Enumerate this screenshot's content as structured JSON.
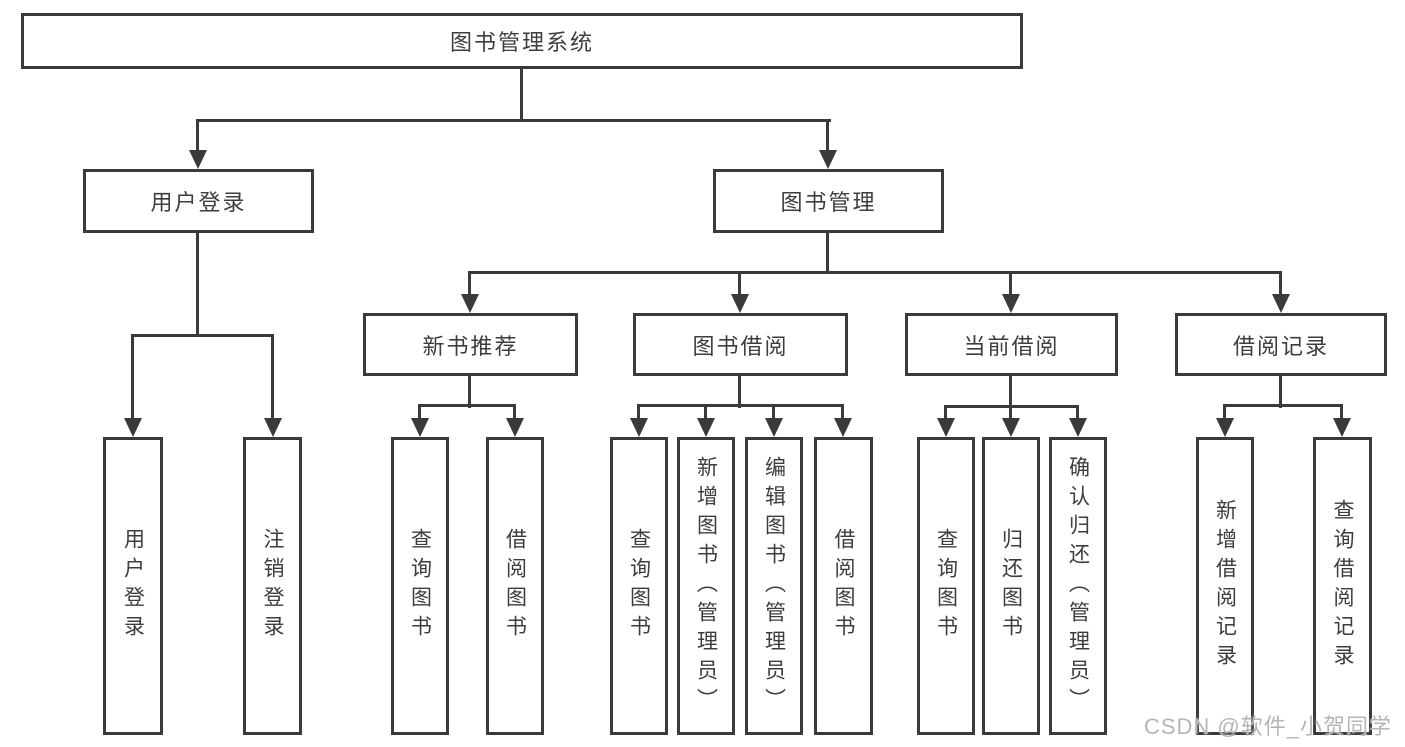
{
  "colors": {
    "line": "#3a3a3a",
    "text": "#3d3d3d",
    "background": "#ffffff",
    "watermark": "#b5b5b5"
  },
  "watermark": {
    "text": "CSDN @软件_小贺同学"
  },
  "tree": {
    "label": "图书管理系统",
    "children": [
      {
        "label": "用户登录",
        "children": [
          {
            "label": "用户登录"
          },
          {
            "label": "注销登录"
          }
        ]
      },
      {
        "label": "图书管理",
        "children": [
          {
            "label": "新书推荐",
            "children": [
              {
                "label": "查询图书"
              },
              {
                "label": "借阅图书"
              }
            ]
          },
          {
            "label": "图书借阅",
            "children": [
              {
                "label": "查询图书"
              },
              {
                "label": "新增图书（管理员）"
              },
              {
                "label": "编辑图书（管理员）"
              },
              {
                "label": "借阅图书"
              }
            ]
          },
          {
            "label": "当前借阅",
            "children": [
              {
                "label": "查询图书"
              },
              {
                "label": "归还图书"
              },
              {
                "label": "确认归还（管理员）"
              }
            ]
          },
          {
            "label": "借阅记录",
            "children": [
              {
                "label": "新增借阅记录"
              },
              {
                "label": "查询借阅记录"
              }
            ]
          }
        ]
      }
    ]
  }
}
